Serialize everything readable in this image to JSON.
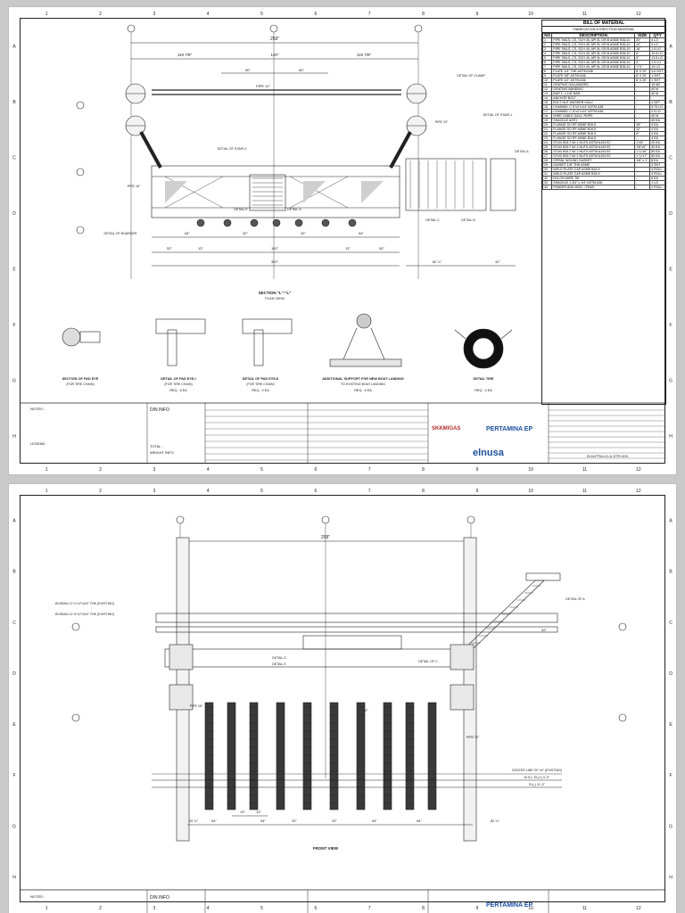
{
  "sheet1": {
    "grid_cols": [
      "1",
      "2",
      "3",
      "4",
      "5",
      "6",
      "7",
      "8",
      "9",
      "10",
      "11",
      "12"
    ],
    "grid_rows": [
      "A",
      "B",
      "C",
      "D",
      "E",
      "F",
      "G",
      "H"
    ],
    "dims": {
      "overall": "259\"",
      "left": "119 7/8\"",
      "center": "120\"",
      "right": "119 7/8\"",
      "inner_left": "60\"",
      "inner_right": "60\"",
      "pipe": "PIPE 12\"",
      "bot1": "64\"",
      "bot2": "32\"",
      "bot3": "32\"",
      "bot4": "64\"",
      "bot5": "193\"",
      "bot6": "320\"",
      "bot7": "52\"",
      "bot8": "13\"",
      "bot9": "13\"",
      "bot10": "52\"",
      "bot11": "82 ¼\"",
      "bot12": "42\""
    },
    "callouts": [
      "DETAIL OF CLAMP",
      "DETAIL OF STAIR-1",
      "DETAIL OF STAIR-2",
      "DETAIL OF BOARDER",
      "DETAIL E",
      "DETAIL D",
      "DETAIL C",
      "DETAIL B",
      "DETAIL A",
      "PIPE 20\"",
      "PIPE 16\""
    ],
    "section": {
      "title": "SECTION \"L\"-\"L\"",
      "subtitle": "PLAN VIEW"
    },
    "details": [
      {
        "title": "SECTION OF PAD EYE",
        "sub": "(FOR TIRE CHAIN)",
        "req": ""
      },
      {
        "title": "DETAIL OF PAD EYE-I",
        "sub": "(FOR TIRE CHAIN)",
        "req": "REQ : 8 EA"
      },
      {
        "title": "DETAIL OF PAD EYE-II",
        "sub": "(FOR TIRE CHAIN)",
        "req": "REQ : 2 EA"
      },
      {
        "title": "ADDITIONAL SUPPORT FOR NEW BOAT LANDING",
        "sub": "TO EXISTING BOAT LANDING",
        "req": "REQ : 6 EA"
      },
      {
        "title": "DETAIL TIRE",
        "sub": "",
        "req": "REQ : 4 EA"
      }
    ],
    "bom": {
      "title": "BILL OF MATERIAL",
      "subtitle": "FABRICATION & ERECTION MATERIAL",
      "headers": [
        "NO",
        "DESCRIPTION",
        "SIZE",
        "QTY"
      ],
      "rows": [
        [
          "1",
          "PIPE SMLS, CS, SCH 40, API 5L GR.B ASME B36.10",
          "20\"",
          "4 LG"
        ],
        [
          "2",
          "PIPE SMLS, CS, SCH 40, API 5L GR.B ASME B36.10",
          "12\"",
          "3 LG"
        ],
        [
          "3",
          "PIPE SMLS, CS, SCH 40, API 5L GR.B ASME B36.10",
          "16\"",
          "1.5 LG"
        ],
        [
          "4",
          "PIPE SMLS, CS, SCH 40, API 5L GR.B ASME B36.10",
          "8\"",
          "10.5 LG"
        ],
        [
          "5",
          "PIPE SMLS, CS, SCH 40, API 5L GR.B ASME B36.10",
          "6\"",
          "13.5 LG"
        ],
        [
          "6",
          "PIPE SMLS, CS, SCH 40, API 5L GR.B ASME B36.10",
          "4\"",
          "1.5 LG"
        ],
        [
          "7",
          "PIPE SMLS, CS, SCH 40, API 5L GR.B ASME B36.10",
          "1 ½\"",
          "14 LG"
        ],
        [
          "8",
          "PLATE 1/4\" THK ASTM A36",
          "8' X 20'",
          "3.6 SHT"
        ],
        [
          "9",
          "PLATE 3/8\" ASTM A36",
          "8' X 20'",
          "1 SHT"
        ],
        [
          "10",
          "PLATE 1/2\" ASTM A36",
          "8' X 20'",
          "1 SHT"
        ],
        [
          "11",
          "GRATING GALVANIZED",
          "-",
          "10 M2"
        ],
        [
          "12",
          "GRATING BANDING",
          "-",
          "40 M"
        ],
        [
          "13",
          "BAR 1\" x 1/8\" BAR",
          "-",
          "40 M"
        ],
        [
          "14",
          "ANCHOR BOLT",
          "-",
          "-"
        ],
        [
          "15",
          "BOLT NUT WASHER GALV.",
          "-",
          "4 SET"
        ],
        [
          "16",
          "CHANNEL C 6\"x2\"x1/4\" ASTM A36",
          "-",
          "5.75 LG"
        ],
        [
          "17",
          "CHANNEL C 8\"x2\"x1/4\" ASTM A36",
          "-",
          "2.5 LG"
        ],
        [
          "18",
          "WIRE CABLE GALV. ROPE",
          "-",
          "40 M"
        ],
        [
          "19",
          "SHACKLE ASSY.",
          "-",
          "40 EA"
        ],
        [
          "20",
          "FLANGE SO RF ASME B16.5",
          "18\"",
          "4 EA"
        ],
        [
          "21",
          "FLANGE SO RF ASME B16.5",
          "12\"",
          "4 EA"
        ],
        [
          "22",
          "FLANGE SO RF ASME B16.5",
          "8\"",
          "4 EA"
        ],
        [
          "23",
          "FLANGE SO RF ASME B16.5",
          "-",
          "4 EA"
        ],
        [
          "24",
          "STUD BOLT W/ 2 NUTS ASTM A193 B7",
          "1\"x5\"",
          "20 EA"
        ],
        [
          "25",
          "STUD BOLT W/ 2 NUTS ASTM A193 B7",
          "7/8\"x5\"",
          "30 EA"
        ],
        [
          "26",
          "STUD BOLT W/ 2 NUTS ASTM A193 B7",
          "1 ¼\"x6\"",
          "50 EA"
        ],
        [
          "27",
          "STUD BOLT W/ 2 NUTS ASTM A193 B7",
          "1 ¼\"x7\"",
          "50 EA"
        ],
        [
          "28",
          "SPIRAL WOUND GASKET",
          "1/8\" x 1\"",
          "8 EA"
        ],
        [
          "29",
          "GASKET 1/8\" THK ASME",
          "-",
          "3 SHT"
        ],
        [
          "30",
          "WELD PLATE CAP ASME B16.9",
          "-",
          "4 ROLL"
        ],
        [
          "31",
          "WELD PLATE CAP ASME B16.9",
          "-",
          "4 ROLL"
        ],
        [
          "32",
          "NYLON WIRE TIE",
          "-",
          "6 EA"
        ],
        [
          "33",
          "SHACKLE 1 3/4\" x 1/4\" ASTM A36",
          "-",
          "1 LG"
        ],
        [
          "34",
          "FENDER AND MISC. ITEMS",
          "-",
          "2 ROLL"
        ]
      ]
    },
    "title_block": {
      "notes_title": "NOTES :",
      "legend": "LEGEND :",
      "din_info": "D/N INFO",
      "total": "TOTAL :",
      "weight": "WEIGHT INFO",
      "logos": [
        "SKKMIGAS",
        "PERTAMINA EP",
        "elnusa"
      ],
      "drawing_no": "ELN-PTM-LS-1I-STR-003"
    }
  },
  "sheet2": {
    "grid_cols": [
      "1",
      "2",
      "3",
      "4",
      "5",
      "6",
      "7",
      "8",
      "9",
      "10",
      "11",
      "12"
    ],
    "grid_rows": [
      "A",
      "B",
      "C",
      "D",
      "E",
      "F",
      "G",
      "H"
    ],
    "dims": {
      "overall": "259\"",
      "d_left1": "19 ¾\"",
      "d_64a": "64\"",
      "d_64b": "64\"",
      "d_32a": "32\"",
      "d_32b": "32\"",
      "d_64c": "64\"",
      "d_64d": "64\"",
      "d_right": "82 ¼\"",
      "d_42a": "42\"",
      "d_42b": "42\"",
      "d_13a": "13\"",
      "d_13b": "13\""
    },
    "callouts": [
      "W-BEAM 12 ¼\"x2\"x3/4\" THK (EXISTING)",
      "W-BEAM 12 ½\"x2\"x3/4\" THK (EXISTING)",
      "DETAIL OF A",
      "DETAIL D",
      "DETAIL E",
      "DETAIL OF C",
      "PIPE 16\"",
      "PIPE 20\"",
      "CENTER LINE OF 16\" (EXISTING)",
      "M.S.L. EL(+) 0'-0\"",
      "EL(-) 11'-0\""
    ],
    "view_title": "FRONT VIEW",
    "title_block": {
      "notes_title": "NOTES :",
      "din_info": "D/N INFO",
      "logos": [
        "PERTAMINA EP"
      ]
    }
  }
}
